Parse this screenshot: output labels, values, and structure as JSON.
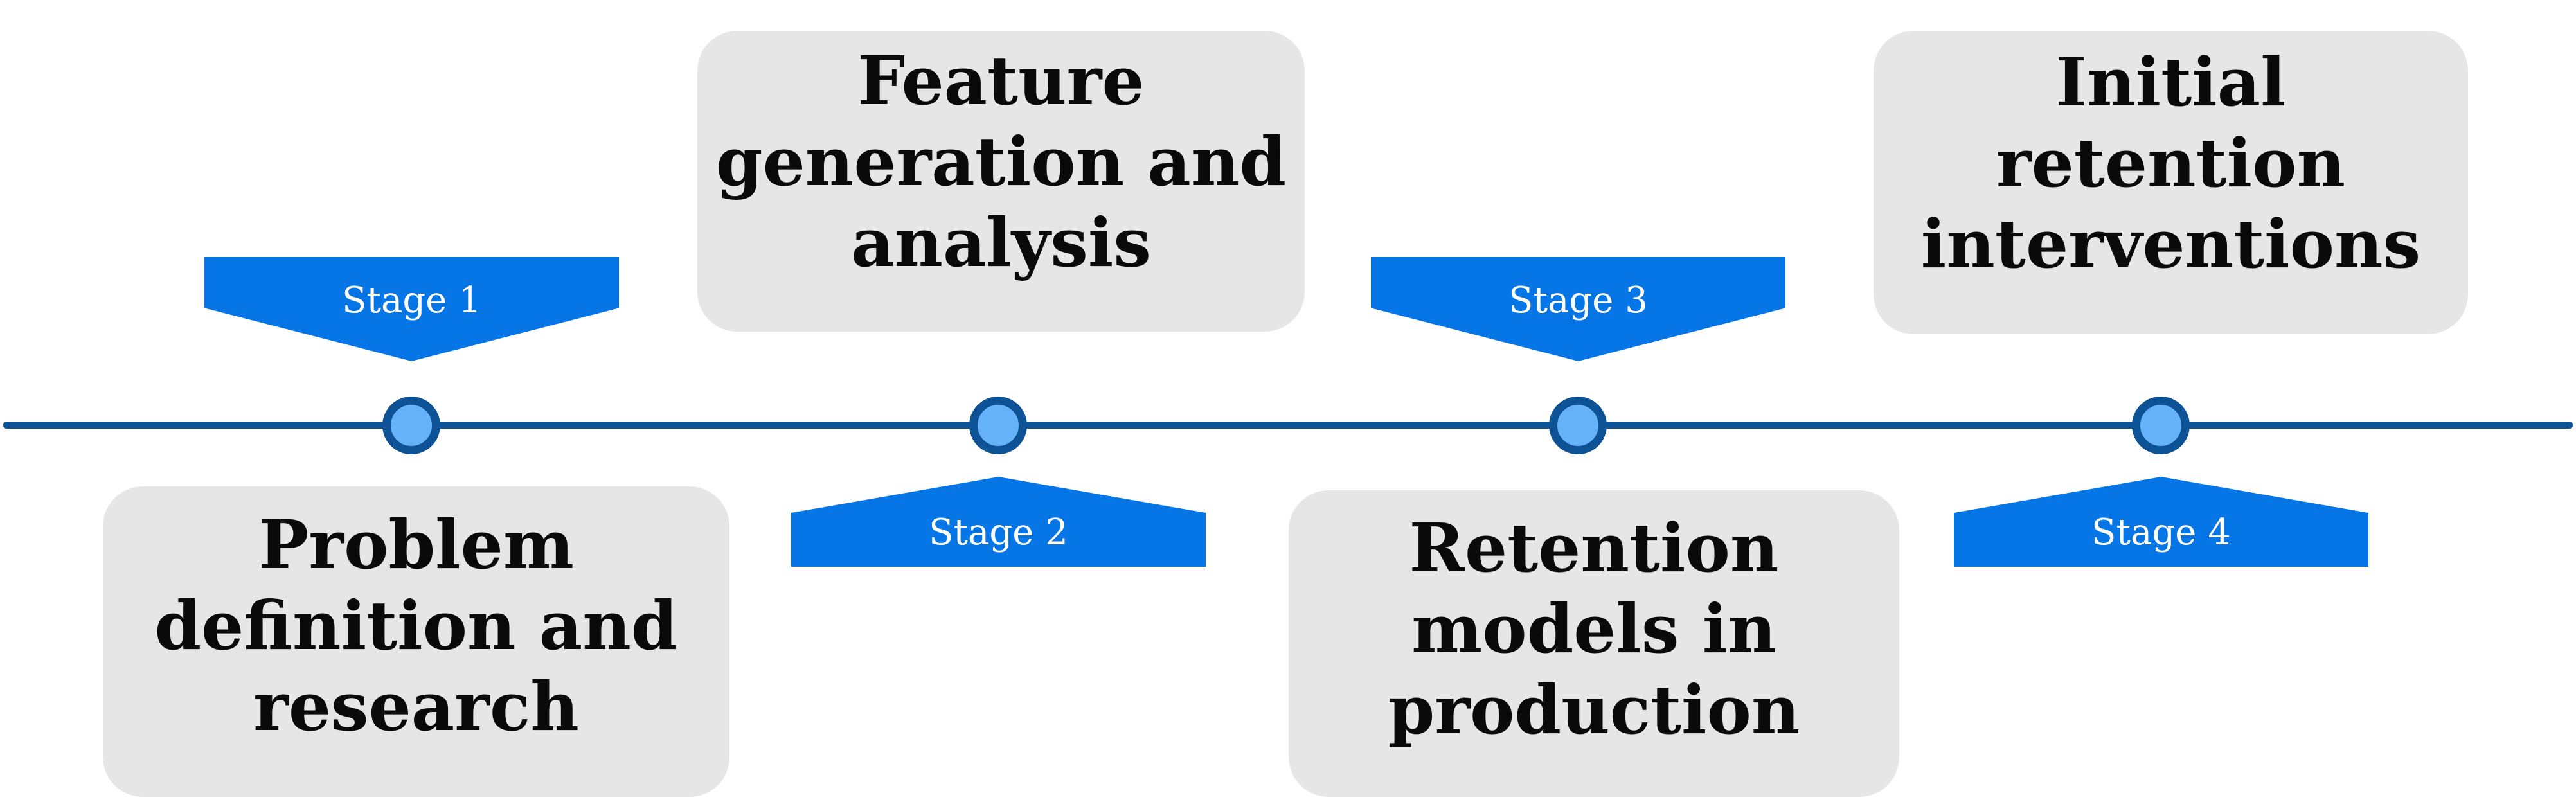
{
  "diagram": {
    "type": "timeline-process",
    "stages": [
      {
        "label": "Stage 1",
        "arrow_direction": "down",
        "box_position": "below-line",
        "box_lines": [
          "Problem",
          "definition and",
          "research"
        ]
      },
      {
        "label": "Stage 2",
        "arrow_direction": "up",
        "box_position": "above-line",
        "box_lines": [
          "Feature",
          "generation and",
          "analysis"
        ]
      },
      {
        "label": "Stage 3",
        "arrow_direction": "down",
        "box_position": "below-line",
        "box_lines": [
          "Retention",
          "models in",
          "production"
        ]
      },
      {
        "label": "Stage 4",
        "arrow_direction": "up",
        "box_position": "above-line",
        "box_lines": [
          "Initial",
          "retention",
          "interventions"
        ]
      }
    ],
    "colors": {
      "background": "#FFFFFF",
      "arrow_blue": "#0675E6",
      "line_dark_blue": "#0E5296",
      "node_fill_light_blue": "#66B2F8",
      "box_gray": "#E6E6E6",
      "box_text": "#0A0A0A",
      "stage_label_text": "#FFFFFF"
    }
  }
}
